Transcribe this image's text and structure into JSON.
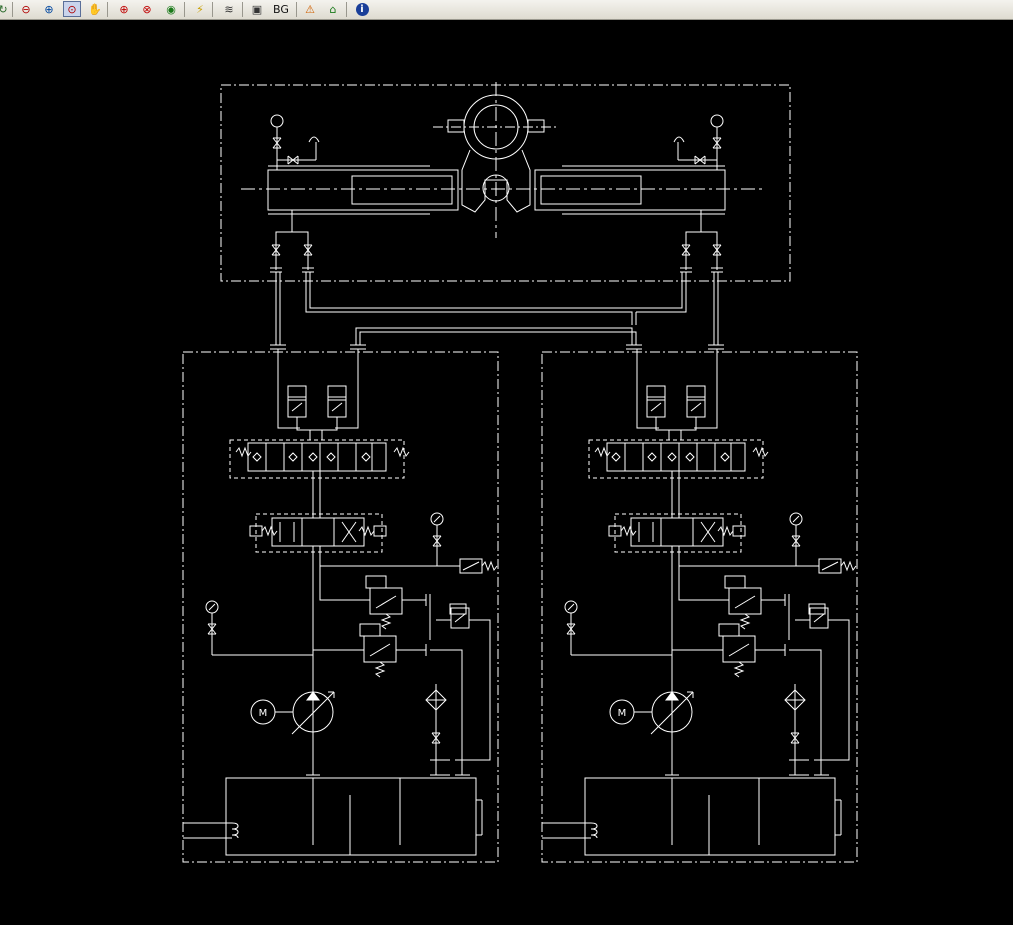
{
  "toolbar": {
    "bg_label": "BG",
    "buttons": [
      {
        "name": "refresh-icon",
        "glyph": "↻",
        "color": "#2b6a2b"
      },
      {
        "name": "zoom-out-icon",
        "glyph": "🔍",
        "color": "#b00000"
      },
      {
        "name": "zoom-in-icon",
        "glyph": "🔍",
        "color": "#0047a0"
      },
      {
        "name": "zoom-window-icon",
        "glyph": "🔍",
        "color": "#b00000",
        "active": true
      },
      {
        "name": "pan-hand-icon",
        "glyph": "✋",
        "color": "#333333"
      },
      {
        "name": "zoom-center-icon",
        "glyph": "⊕",
        "color": "#c00000"
      },
      {
        "name": "zoom-extents-icon",
        "glyph": "⊗",
        "color": "#c00000"
      },
      {
        "name": "eye-view-icon",
        "glyph": "◉",
        "color": "#1a7a1a"
      },
      {
        "name": "lightning-icon",
        "glyph": "⚡",
        "color": "#c9a000"
      },
      {
        "name": "layers-icon",
        "glyph": "≋",
        "color": "#333333"
      },
      {
        "name": "print-frame-icon",
        "glyph": "▣",
        "color": "#333333"
      },
      {
        "name": "warning-icon",
        "glyph": "⚠",
        "color": "#d06000"
      },
      {
        "name": "home-icon",
        "glyph": "⌂",
        "color": "#1a7a1a"
      },
      {
        "name": "info-icon",
        "glyph": "i",
        "color": "#1a3f99"
      }
    ]
  },
  "diagram": {
    "motor_label": "M",
    "line_color": "#ffffff",
    "background": "#000000"
  }
}
